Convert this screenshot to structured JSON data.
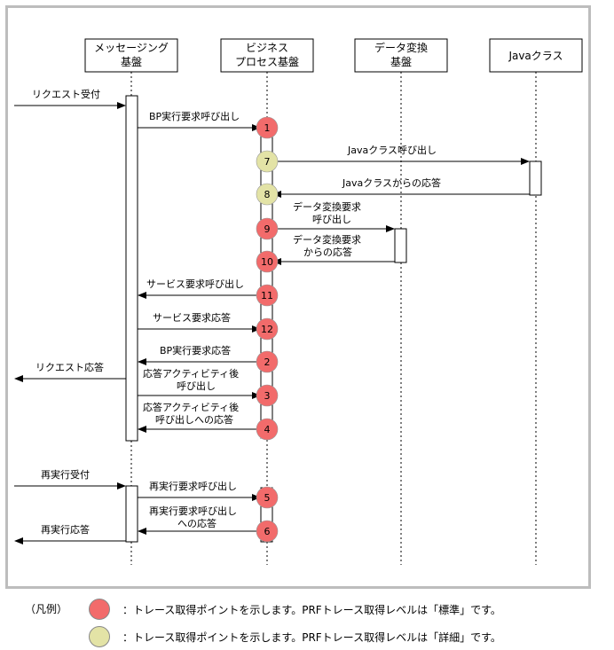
{
  "lifelines": [
    {
      "id": "msg",
      "line1": "メッセージング",
      "line2": "基盤"
    },
    {
      "id": "bp",
      "line1": "ビジネス",
      "line2": "プロセス基盤"
    },
    {
      "id": "dt",
      "line1": "データ変換",
      "line2": "基盤"
    },
    {
      "id": "java",
      "line1": "Javaクラス",
      "line2": ""
    }
  ],
  "messages": {
    "request_received": "リクエスト受付",
    "bp_exec_call": "BP実行要求呼び出し",
    "java_call": "Javaクラス呼び出し",
    "java_response": "Javaクラスからの応答",
    "dt_call_1": "データ変換要求",
    "dt_call_2": "呼び出し",
    "dt_resp_1": "データ変換要求",
    "dt_resp_2": "からの応答",
    "svc_call": "サービス要求呼び出し",
    "svc_response": "サービス要求応答",
    "bp_exec_response": "BP実行要求応答",
    "request_response": "リクエスト応答",
    "post_activity_call_1": "応答アクティビティ後",
    "post_activity_call_2": "呼び出し",
    "post_activity_resp_1": "応答アクティビティ後",
    "post_activity_resp_2": "呼び出しへの応答",
    "reexec_received": "再実行受付",
    "reexec_call": "再実行要求呼び出し",
    "reexec_resp_1": "再実行要求呼び出し",
    "reexec_resp_2": "への応答",
    "reexec_response": "再実行応答"
  },
  "trace_points": [
    {
      "label": "1",
      "level": "standard"
    },
    {
      "label": "7",
      "level": "detail"
    },
    {
      "label": "8",
      "level": "detail"
    },
    {
      "label": "9",
      "level": "standard"
    },
    {
      "label": "10",
      "level": "standard"
    },
    {
      "label": "11",
      "level": "standard"
    },
    {
      "label": "12",
      "level": "standard"
    },
    {
      "label": "2",
      "level": "standard"
    },
    {
      "label": "3",
      "level": "standard"
    },
    {
      "label": "4",
      "level": "standard"
    },
    {
      "label": "5",
      "level": "standard"
    },
    {
      "label": "6",
      "level": "standard"
    }
  ],
  "colors": {
    "standard": "#f26b6b",
    "detail": "#e3e3a6",
    "frame": "#bdbdbd",
    "line": "#000000"
  },
  "legend": {
    "title": "（凡例）",
    "standard_text": "：トレース取得ポイントを示します。PRFトレース取得レベルは「標準」です。",
    "detail_text": "：トレース取得ポイントを示します。PRFトレース取得レベルは「詳細」です。"
  }
}
